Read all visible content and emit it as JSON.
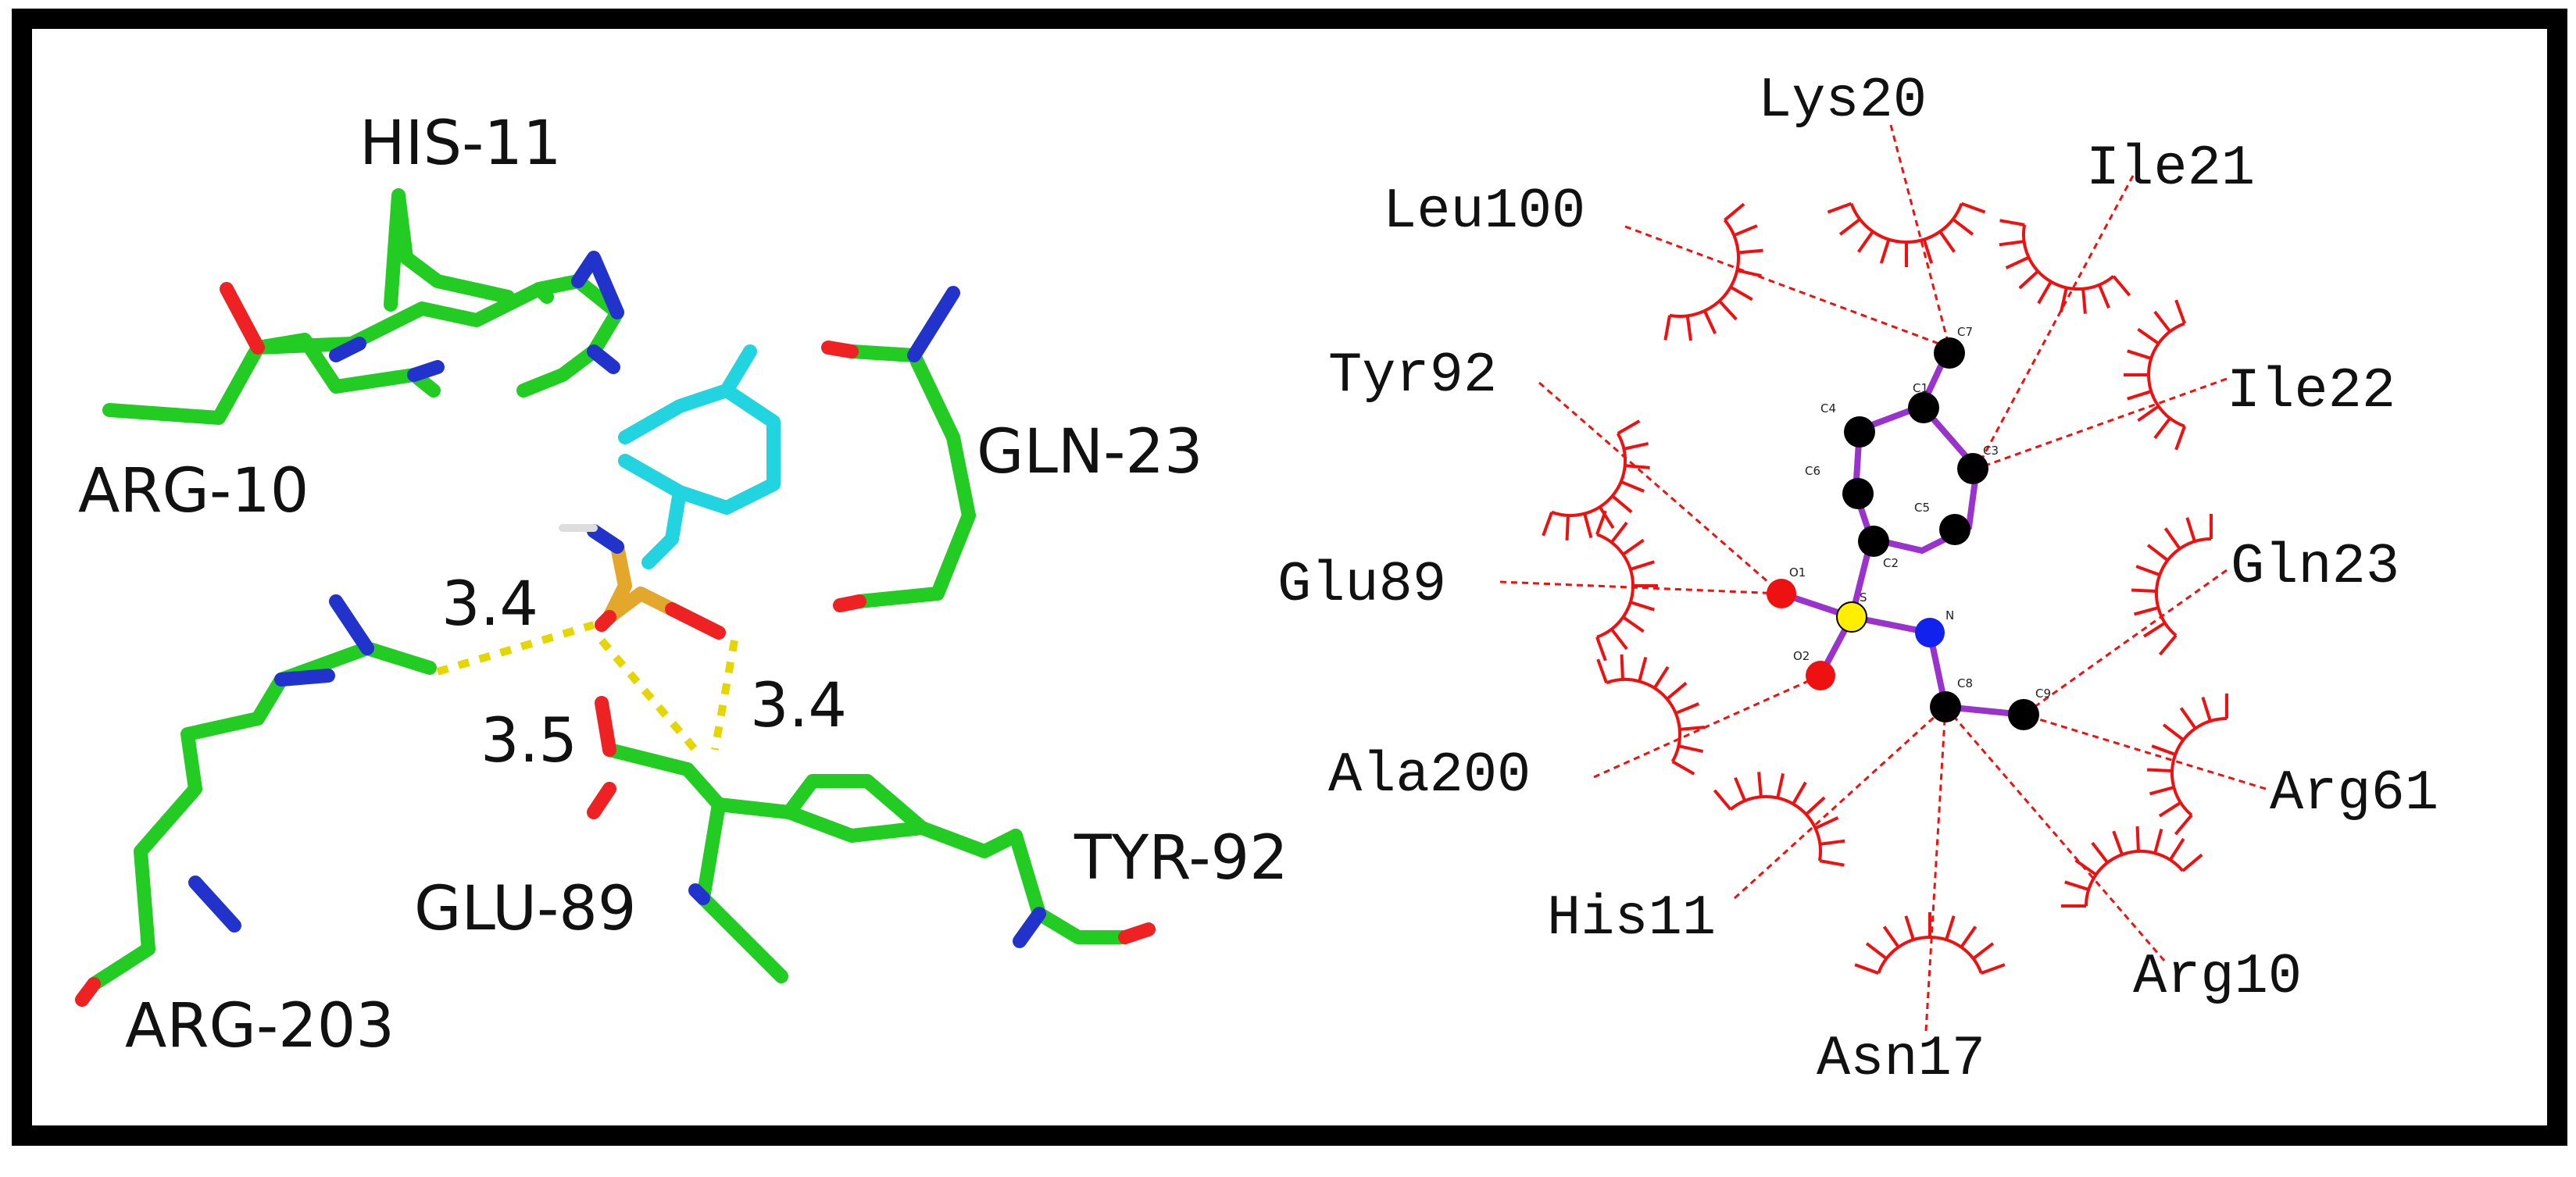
{
  "colors": {
    "carbon_3d": "#22cc22",
    "nitrogen": "#2233cc",
    "oxygen": "#ee2222",
    "sulfur": "#e3a82b",
    "ligand_carbon": "#22d4e0",
    "hbond": "#e6d600",
    "hydrophobic": "#ee1111",
    "ligand_bond": "#9933cc"
  },
  "panel_3d": {
    "residues": [
      "HIS-11",
      "ARG-10",
      "GLN-23",
      "ARG-203",
      "GLU-89",
      "TYR-92"
    ],
    "distances": [
      "3.4",
      "3.5",
      "3.4"
    ]
  },
  "panel_2d": {
    "residues": [
      "Lys20",
      "Ile21",
      "Leu100",
      "Ile22",
      "Tyr92",
      "Gln23",
      "Glu89",
      "Arg61",
      "Ala200",
      "His11",
      "Arg10",
      "Asn17"
    ],
    "atoms": [
      "C7",
      "C4",
      "C1",
      "C6",
      "C3",
      "C5",
      "C2",
      "O1",
      "S",
      "N",
      "O2",
      "C8",
      "C9"
    ]
  }
}
